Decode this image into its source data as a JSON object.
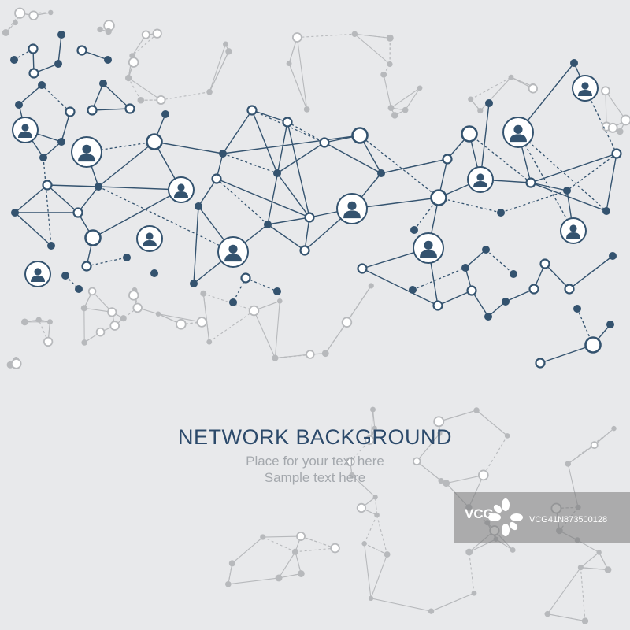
{
  "heading": {
    "title": "NETWORK BACKGROUND",
    "line1": "Place for your text here",
    "line2": "Sample text here"
  },
  "watermark": {
    "logo": "VCG",
    "id": "VCG41N873500128"
  },
  "icons": {
    "person": "person-avatar-icon",
    "flower": "flower-logo-icon"
  },
  "colors": {
    "background": "#e8e9eb",
    "primary": "#34536f",
    "secondary": "#b7b9bc",
    "title": "#2c4a6b",
    "subtitle": "#a4a8ad"
  }
}
